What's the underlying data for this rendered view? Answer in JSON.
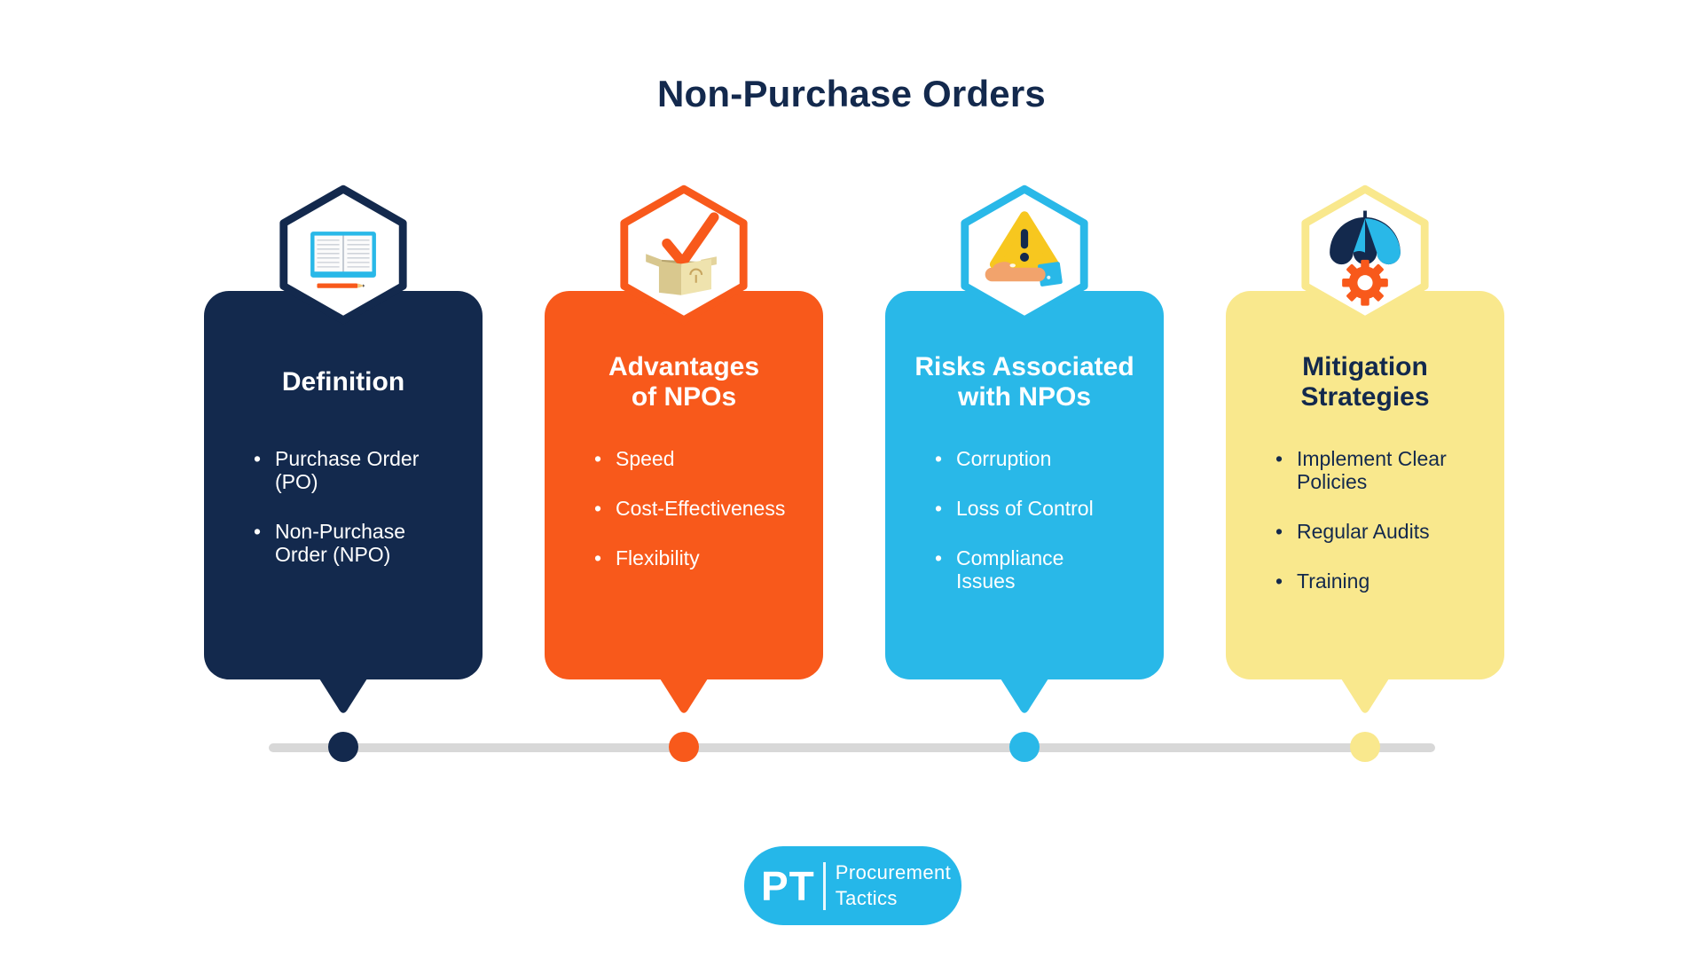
{
  "title": "Non-Purchase Orders",
  "bullet_char": "•",
  "cards": [
    {
      "icon": "book-icon",
      "title": "Definition",
      "color": "#13294D",
      "bullets": [
        "Purchase Order\n(PO)",
        "Non-Purchase\nOrder (NPO)"
      ]
    },
    {
      "icon": "box-check-icon",
      "title": "Advantages\nof NPOs",
      "color": "#F8591B",
      "bullets": [
        "Speed",
        "Cost-Effectiveness",
        "Flexibility"
      ]
    },
    {
      "icon": "hand-warning-icon",
      "title": "Risks Associated\nwith NPOs",
      "color": "#29B8E8",
      "bullets": [
        "Corruption",
        "Loss of Control",
        "Compliance\nIssues"
      ]
    },
    {
      "icon": "umbrella-gear-icon",
      "title": "Mitigation\nStrategies",
      "color": "#F9E88D",
      "bullets": [
        "Implement Clear\nPolicies",
        "Regular Audits",
        "Training"
      ]
    }
  ],
  "timeline": {
    "line_color": "#D8D8D8",
    "dot_colors": [
      "#13294D",
      "#F8591B",
      "#29B8E8",
      "#F9E88D"
    ]
  },
  "logo": {
    "abbr": "PT",
    "name_line1": "Procurement",
    "name_line2": "Tactics"
  },
  "colors": {
    "navy": "#13294D",
    "orange": "#F8591B",
    "cyan": "#29B8E8",
    "yellow": "#F9E88D",
    "timeline_gray": "#D8D8D8",
    "logo_cyan": "#25B7E9"
  }
}
